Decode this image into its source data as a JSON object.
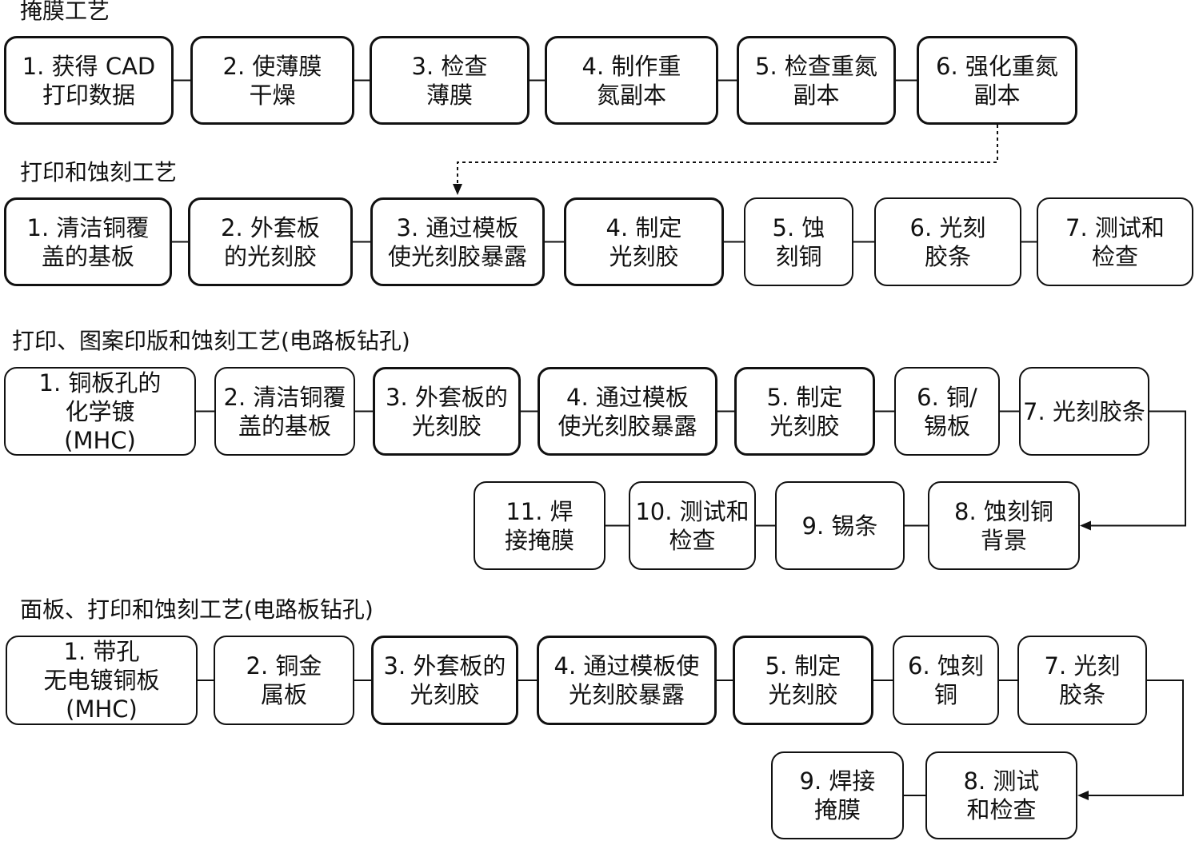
{
  "sections": [
    {
      "title": "掩膜工艺",
      "steps": [
        {
          "label": "1. 获得 CAD\n打印数据",
          "emphasis": true
        },
        {
          "label": "2. 使薄膜\n干燥",
          "emphasis": true
        },
        {
          "label": "3. 检查\n薄膜",
          "emphasis": true
        },
        {
          "label": "4. 制作重\n氮副本",
          "emphasis": true
        },
        {
          "label": "5. 检查重氮\n副本",
          "emphasis": true
        },
        {
          "label": "6. 强化重氮\n副本",
          "emphasis": true
        }
      ]
    },
    {
      "title": "打印和蚀刻工艺",
      "steps": [
        {
          "label": "1. 清洁铜覆\n盖的基板",
          "emphasis": true
        },
        {
          "label": "2. 外套板\n的光刻胶",
          "emphasis": true
        },
        {
          "label": "3. 通过模板\n使光刻胶暴露",
          "emphasis": true
        },
        {
          "label": "4. 制定\n光刻胶",
          "emphasis": true
        },
        {
          "label": "5. 蚀\n刻铜",
          "emphasis": false
        },
        {
          "label": "6. 光刻\n胶条",
          "emphasis": false
        },
        {
          "label": "7. 测试和\n检查",
          "emphasis": false
        }
      ]
    },
    {
      "title": "打印、图案印版和蚀刻工艺(电路板钻孔)",
      "steps": [
        {
          "label": "1. 铜板孔的\n化学镀\n(MHC)",
          "emphasis": false
        },
        {
          "label": "2. 清洁铜覆\n盖的基板",
          "emphasis": false
        },
        {
          "label": "3. 外套板的\n光刻胶",
          "emphasis": true
        },
        {
          "label": "4. 通过模板\n使光刻胶暴露",
          "emphasis": true
        },
        {
          "label": "5. 制定\n光刻胶",
          "emphasis": true
        },
        {
          "label": "6. 铜/\n锡板",
          "emphasis": false
        },
        {
          "label": "7. 光刻胶条",
          "emphasis": false
        },
        {
          "label": "8. 蚀刻铜\n背景",
          "emphasis": false
        },
        {
          "label": "9. 锡条",
          "emphasis": false
        },
        {
          "label": "10. 测试和\n检查",
          "emphasis": false
        },
        {
          "label": "11. 焊\n接掩膜",
          "emphasis": false
        }
      ]
    },
    {
      "title": "面板、打印和蚀刻工艺(电路板钻孔)",
      "steps": [
        {
          "label": "1. 带孔\n无电镀铜板\n(MHC)",
          "emphasis": false
        },
        {
          "label": "2. 铜金\n属板",
          "emphasis": false
        },
        {
          "label": "3. 外套板的\n光刻胶",
          "emphasis": true
        },
        {
          "label": "4. 通过模板使\n光刻胶暴露",
          "emphasis": true
        },
        {
          "label": "5. 制定\n光刻胶",
          "emphasis": true
        },
        {
          "label": "6. 蚀刻\n铜",
          "emphasis": false
        },
        {
          "label": "7. 光刻\n胶条",
          "emphasis": false
        },
        {
          "label": "8. 测试\n和检查",
          "emphasis": false
        },
        {
          "label": "9. 焊接\n掩膜",
          "emphasis": false
        }
      ]
    }
  ]
}
